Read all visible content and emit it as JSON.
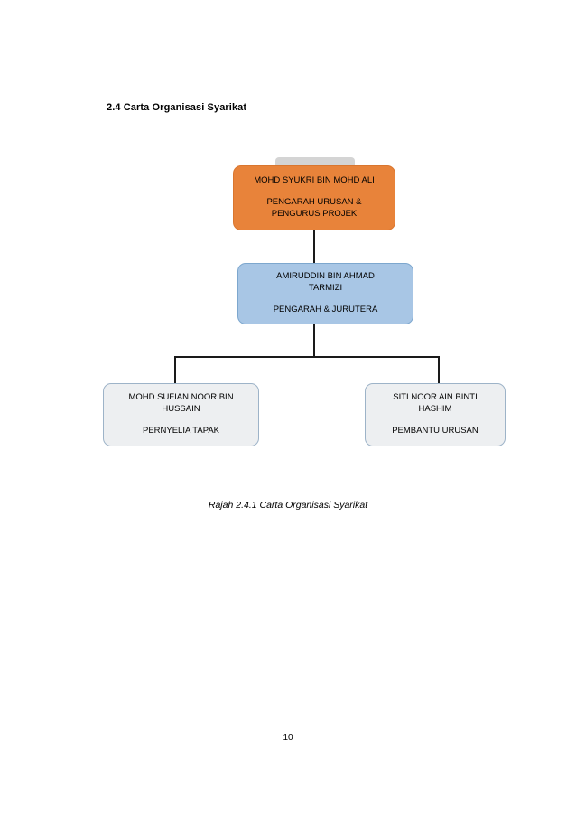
{
  "document": {
    "section_heading": "2.4 Carta Organisasi Syarikat",
    "figure_caption": "Rajah 2.4.1 Carta Organisasi Syarikat",
    "page_number": "10"
  },
  "org_chart": {
    "nodes": [
      {
        "id": "ceo",
        "name": "MOHD SYUKRI BIN MOHD ALI",
        "role": "PENGARAH URUSAN &\nPENGURUS PROJEK",
        "fill": "#E8833A",
        "border": "#D9762F",
        "level": 1
      },
      {
        "id": "director",
        "name": "AMIRUDDIN BIN AHMAD\nTARMIZI",
        "role": "PENGARAH & JURUTERA",
        "fill": "#A8C6E5",
        "border": "#7DA7CE",
        "level": 2
      },
      {
        "id": "supervisor",
        "name": "MOHD SUFIAN NOOR BIN\nHUSSAIN",
        "role": "PERNYELIA TAPAK",
        "fill": "#EDEFF1",
        "border": "#9DB3C8",
        "level": 3
      },
      {
        "id": "assistant",
        "name": "SITI NOOR AIN BINTI\nHASHIM",
        "role": "PEMBANTU URUSAN",
        "fill": "#EDEFF1",
        "border": "#9DB3C8",
        "level": 3
      }
    ],
    "connector_color": "#1A1A1A"
  }
}
